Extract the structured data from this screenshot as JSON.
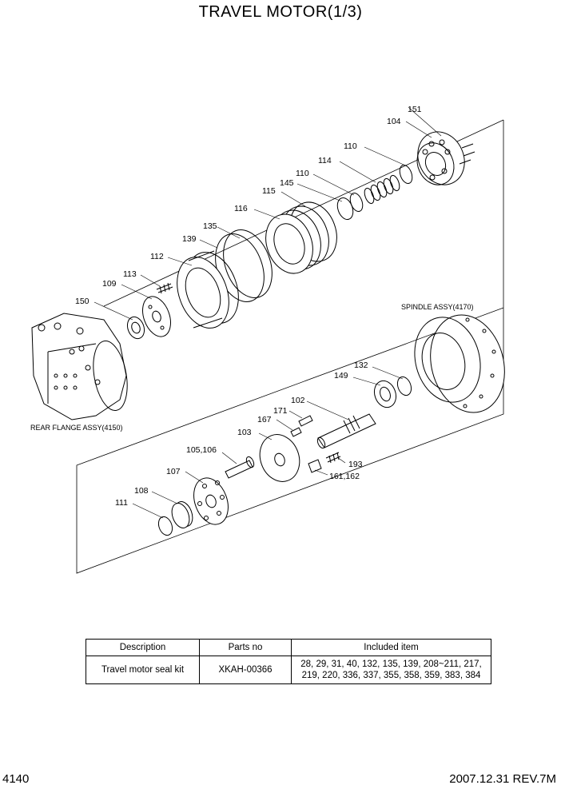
{
  "title": "TRAVEL MOTOR(1/3)",
  "labels": {
    "l151": "151",
    "l104": "104",
    "l110a": "110",
    "l114": "114",
    "l110b": "110",
    "l145": "145",
    "l115": "115",
    "l116": "116",
    "l135": "135",
    "l139": "139",
    "l112": "112",
    "l113": "113",
    "l109": "109",
    "l150": "150",
    "l132": "132",
    "l149": "149",
    "l102": "102",
    "l171": "171",
    "l167": "167",
    "l103": "103",
    "l105106": "105,106",
    "l193": "193",
    "l161162": "161,162",
    "l107": "107",
    "l108": "108",
    "l111": "111"
  },
  "assemblies": {
    "spindle": "SPINDLE ASSY(4170)",
    "rear_flange": "REAR FLANGE ASSY(4150)"
  },
  "kit_table": {
    "headers": [
      "Description",
      "Parts no",
      "Included item"
    ],
    "rows": [
      {
        "description": "Travel motor seal kit",
        "parts_no": "XKAH-00366",
        "included_line1": "28, 29, 31, 40, 132, 135, 139, 208~211, 217,",
        "included_line2": "219, 220, 336, 337, 355, 358, 359, 383, 384"
      }
    ]
  },
  "footer": {
    "page": "4140",
    "revision": "2007.12.31  REV.7M"
  }
}
